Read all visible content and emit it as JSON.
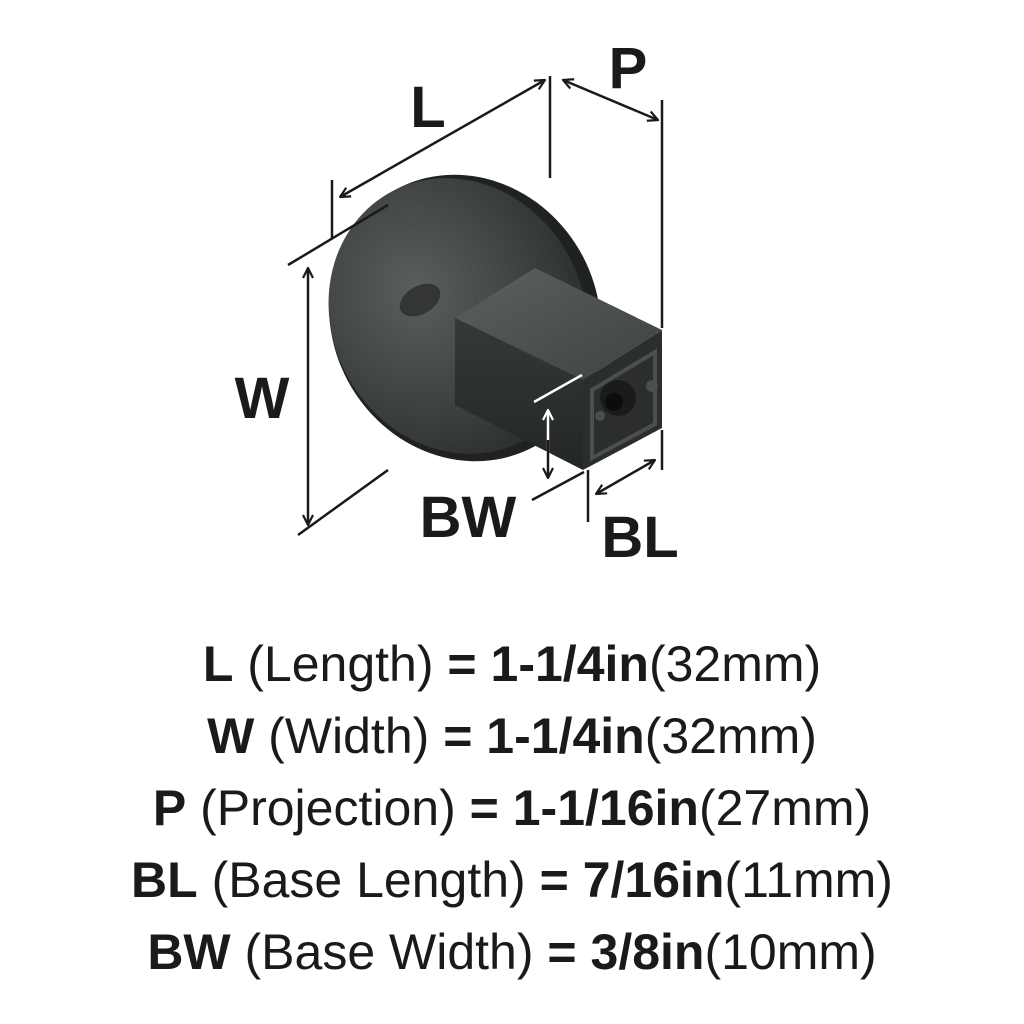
{
  "diagram": {
    "labels": {
      "L": "L",
      "P": "P",
      "W": "W",
      "BW": "BW",
      "BL": "BL"
    }
  },
  "specs": [
    {
      "abbr": "L",
      "name": "(Length)",
      "eq": "=",
      "imperial": "1-1/4in",
      "metric": "(32mm)"
    },
    {
      "abbr": "W",
      "name": "(Width)",
      "eq": "=",
      "imperial": "1-1/4in",
      "metric": "(32mm)"
    },
    {
      "abbr": "P",
      "name": "(Projection)",
      "eq": "=",
      "imperial": "1-1/16in",
      "metric": "(27mm)"
    },
    {
      "abbr": "BL",
      "name": "(Base Length)",
      "eq": "=",
      "imperial": "7/16in",
      "metric": "(11mm)"
    },
    {
      "abbr": "BW",
      "name": "(Base Width)",
      "eq": "=",
      "imperial": "3/8in",
      "metric": "(10mm)"
    }
  ],
  "colors": {
    "text": "#1a1a1a",
    "finish": "#3a3d3c",
    "background": "#ffffff"
  }
}
